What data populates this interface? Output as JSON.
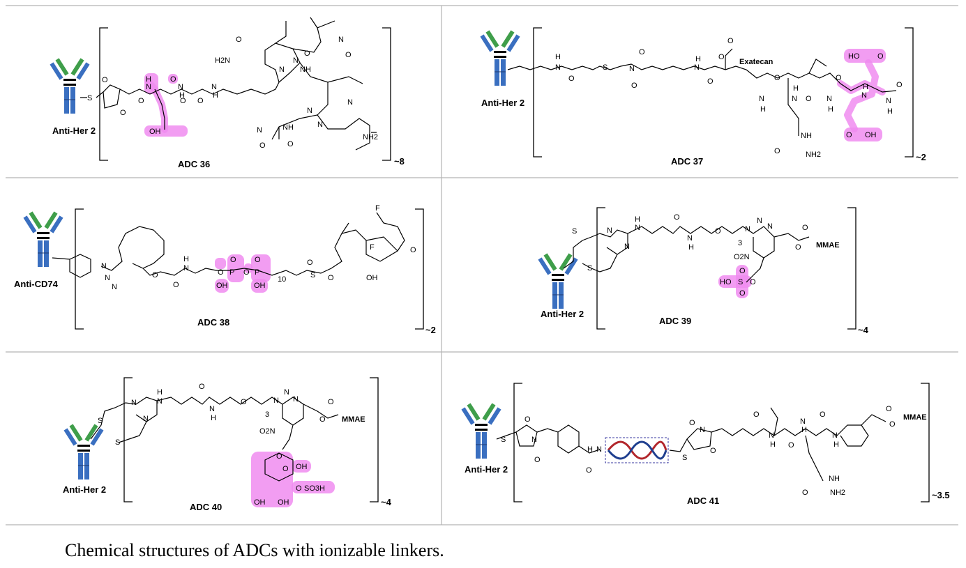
{
  "caption": "Chemical structures of ADCs with ionizable linkers.",
  "colors": {
    "highlight": "#f08cf0",
    "antibody_blue": "#3a6fc0",
    "antibody_green": "#3f9e4a",
    "dna_red": "#b2262b",
    "dna_blue": "#1f3f8f",
    "grid": "#b4b4b4"
  },
  "panels": [
    {
      "id": "adc36",
      "name": "ADC 36",
      "antibody": "Anti-Her 2",
      "dar": "~8",
      "payload": ""
    },
    {
      "id": "adc37",
      "name": "ADC 37",
      "antibody": "Anti-Her 2",
      "dar": "~2",
      "payload": "Exatecan"
    },
    {
      "id": "adc38",
      "name": "ADC 38",
      "antibody": "Anti-CD74",
      "dar": "~2",
      "payload": ""
    },
    {
      "id": "adc39",
      "name": "ADC 39",
      "antibody": "Anti-Her 2",
      "dar": "~4",
      "payload": "MMAE"
    },
    {
      "id": "adc40",
      "name": "ADC 40",
      "antibody": "Anti-Her 2",
      "dar": "~4",
      "payload": "MMAE"
    },
    {
      "id": "adc41",
      "name": "ADC 41",
      "antibody": "Anti-Her 2",
      "dar": "~3.5",
      "payload": "MMAE"
    }
  ],
  "atoms": {
    "adc36": [
      "H",
      "N",
      "N",
      "H",
      "N",
      "H",
      "O",
      "O",
      "O",
      "O",
      "OH",
      "H2N",
      "O",
      "N",
      "N",
      "NH",
      "O",
      "N",
      "O",
      "N",
      "N",
      "N",
      "NH",
      "O",
      "N",
      "O",
      "NH2",
      "S",
      "O",
      "O"
    ],
    "adc37": [
      "H",
      "N",
      "O",
      "S",
      "O",
      "N",
      "O",
      "N",
      "H",
      "O",
      "O",
      "O",
      "Exatecan",
      "N",
      "H",
      "O",
      "N",
      "H",
      "O",
      "N",
      "H",
      "O",
      "N",
      "H",
      "HO",
      "O",
      "N",
      "H",
      "O",
      "O",
      "OH",
      "NH",
      "O",
      "NH2"
    ],
    "adc38": [
      "F",
      "O",
      "O",
      "H",
      "N",
      "N",
      "N",
      "N",
      "O",
      "O",
      "O",
      "P",
      "O",
      "O",
      "P",
      "O",
      "OH",
      "OH",
      "10",
      "S",
      "O",
      "F",
      "OH"
    ],
    "adc39": [
      "N",
      "N",
      "H",
      "N",
      "O",
      "N",
      "H",
      "O",
      "3",
      "N",
      "N",
      "N",
      "O",
      "O",
      "MMAE",
      "S",
      "S",
      "O2N",
      "HO",
      "S",
      "O",
      "O",
      "O"
    ],
    "adc40": [
      "N",
      "N",
      "H",
      "N",
      "O",
      "N",
      "H",
      "O",
      "3",
      "N",
      "N",
      "N",
      "O",
      "O",
      "MMAE",
      "S",
      "S",
      "O2N",
      "O",
      "O",
      "OH",
      "O",
      "SO3H",
      "OH",
      "OH"
    ],
    "adc41": [
      "S",
      "O",
      "N",
      "O",
      "N",
      "H",
      "O",
      "S",
      "O",
      "N",
      "O",
      "O",
      "N",
      "H",
      "O",
      "N",
      "H",
      "O",
      "N",
      "H",
      "O",
      "O",
      "MMAE",
      "NH",
      "O",
      "NH2"
    ]
  }
}
